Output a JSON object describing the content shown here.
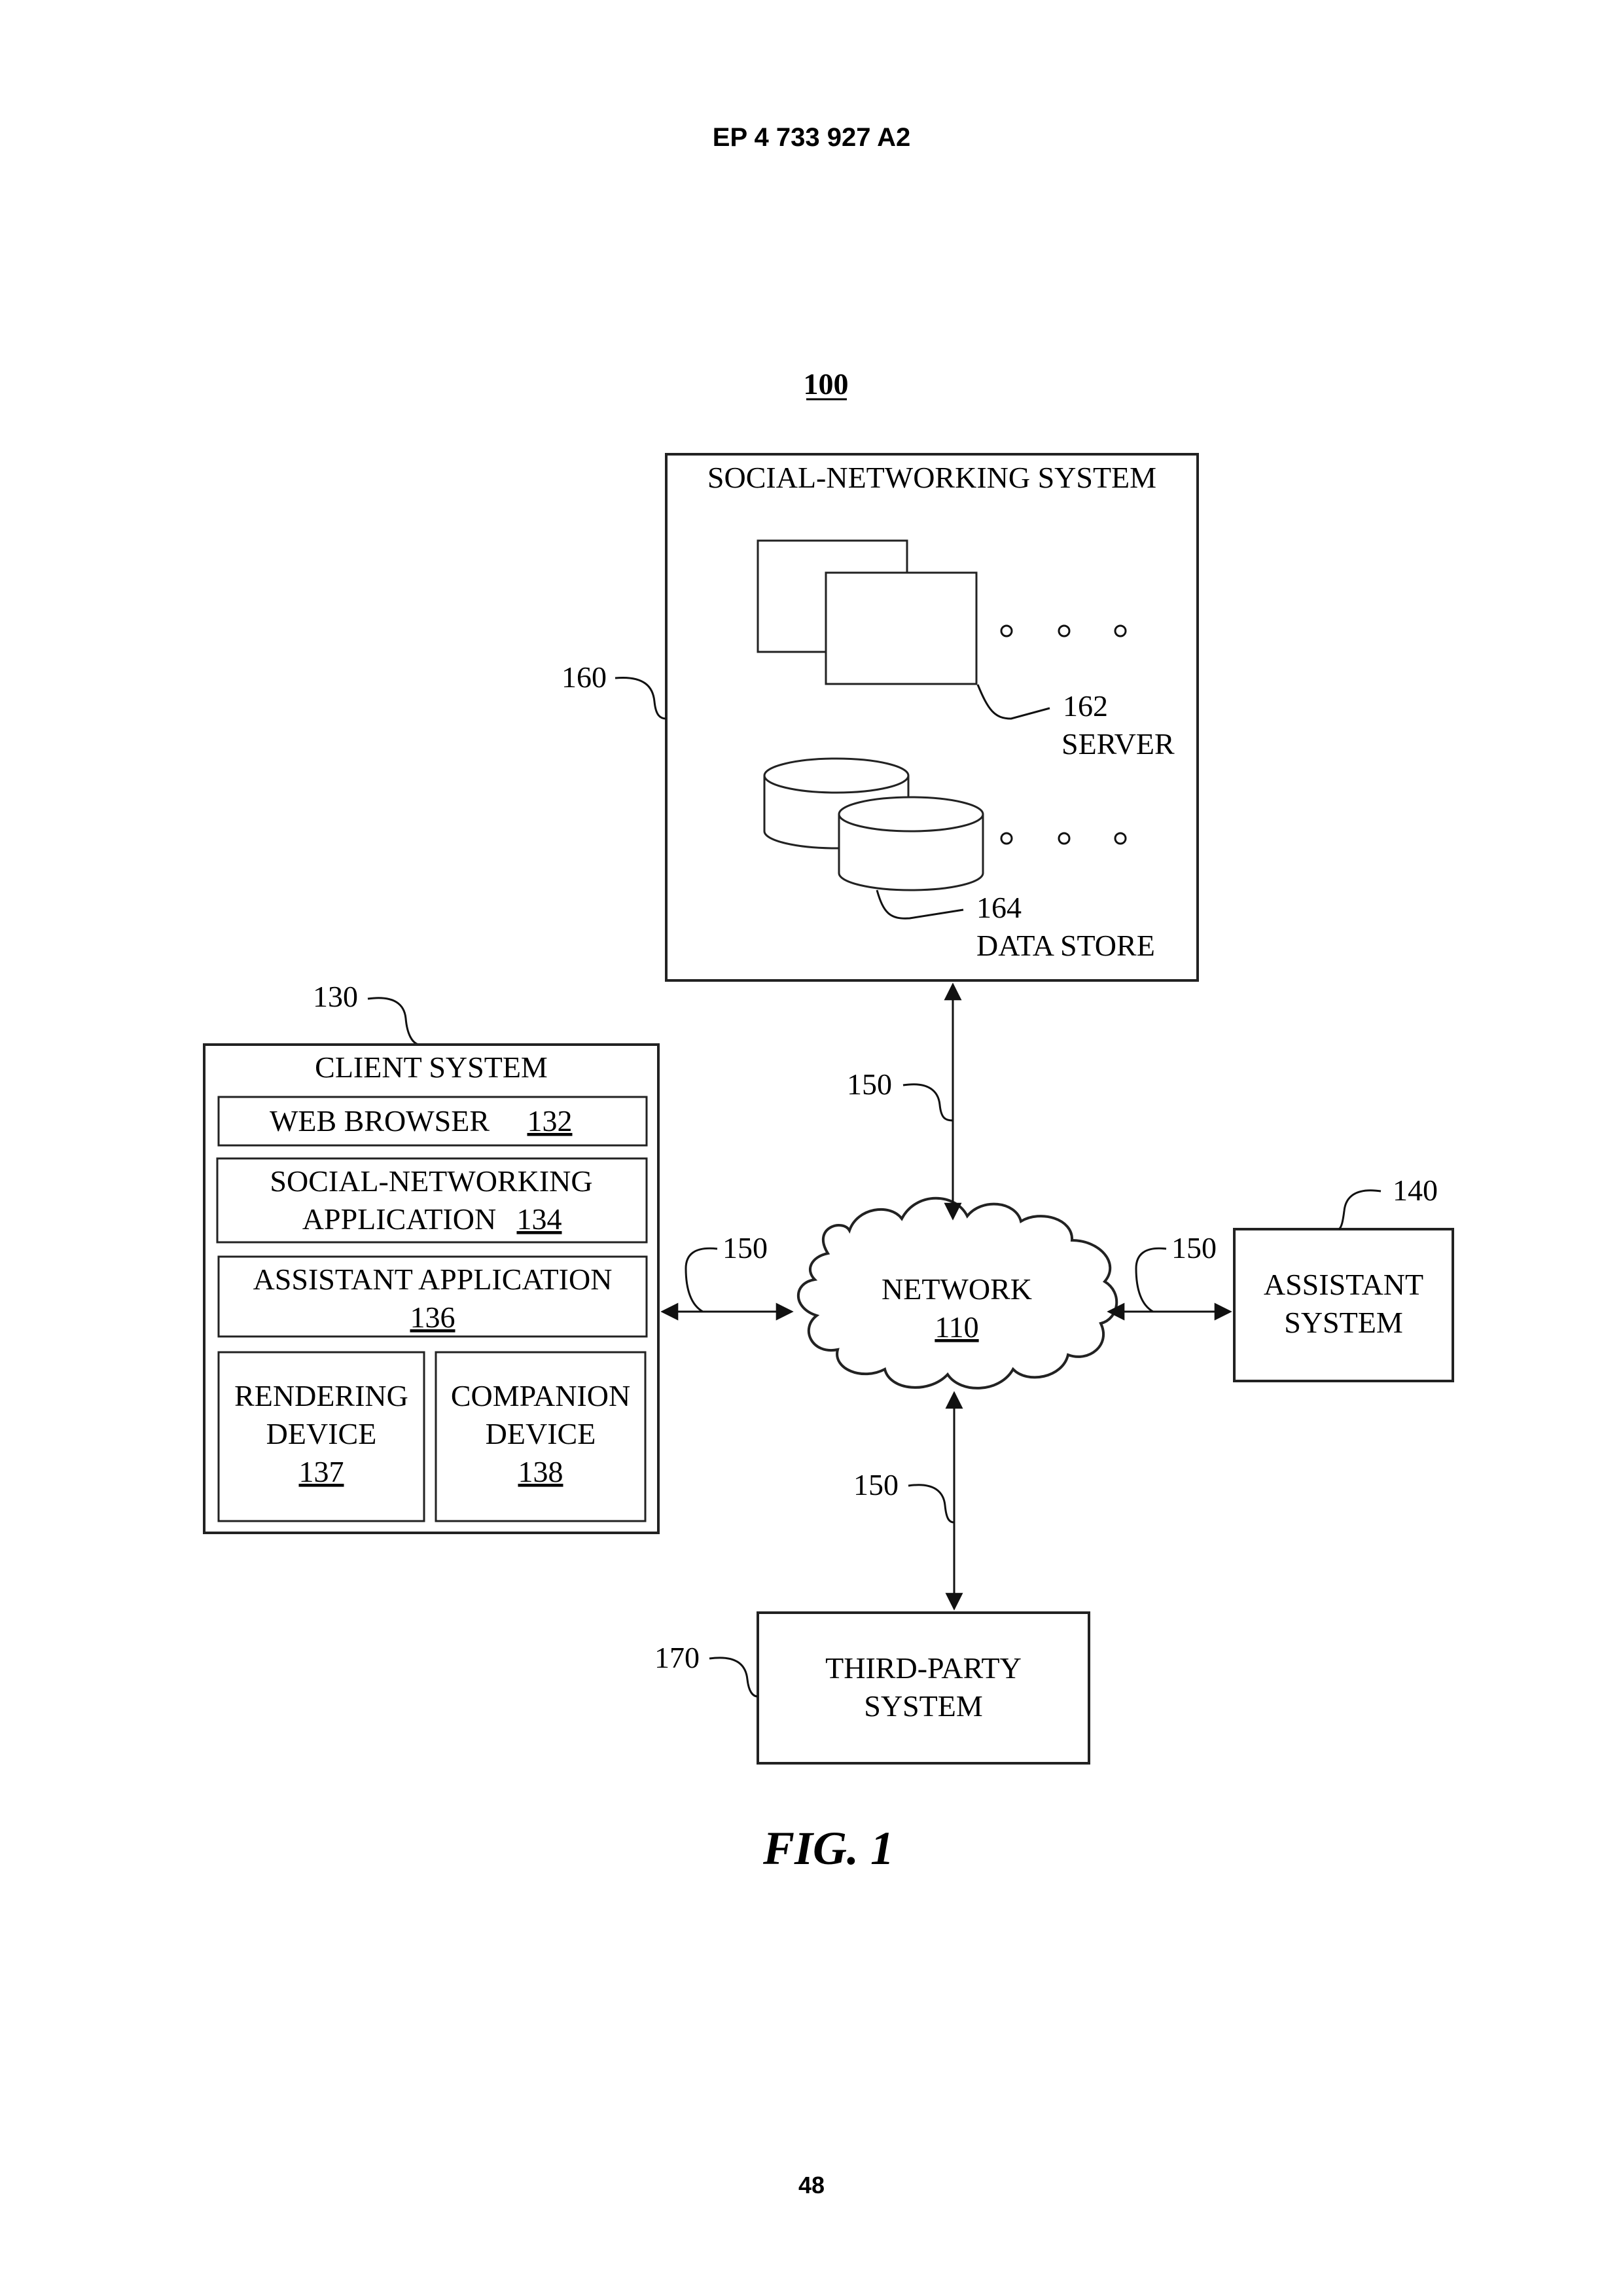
{
  "header": "EP 4 733 927 A2",
  "page_number": "48",
  "figure": {
    "ref": "100",
    "caption": "FIG. 1"
  },
  "social_networking_system": {
    "ref": "160",
    "title": "SOCIAL-NETWORKING SYSTEM",
    "server": {
      "ref": "162",
      "label": "SERVER"
    },
    "data_store": {
      "ref": "164",
      "label": "DATA STORE"
    }
  },
  "client_system": {
    "ref": "130",
    "title": "CLIENT SYSTEM",
    "web_browser": {
      "label": "WEB BROWSER",
      "ref": "132"
    },
    "social_app": {
      "label_line1": "SOCIAL-NETWORKING",
      "label_line2": "APPLICATION",
      "ref": "134"
    },
    "assistant_app": {
      "label": "ASSISTANT APPLICATION",
      "ref": "136"
    },
    "rendering_device": {
      "label_line1": "RENDERING",
      "label_line2": "DEVICE",
      "ref": "137"
    },
    "companion_device": {
      "label_line1": "COMPANION",
      "label_line2": "DEVICE",
      "ref": "138"
    }
  },
  "network": {
    "label": "NETWORK",
    "ref": "110"
  },
  "assistant_system": {
    "ref": "140",
    "label_line1": "ASSISTANT",
    "label_line2": "SYSTEM"
  },
  "third_party_system": {
    "ref": "170",
    "label_line1": "THIRD-PARTY",
    "label_line2": "SYSTEM"
  },
  "links": {
    "ref": "150"
  }
}
